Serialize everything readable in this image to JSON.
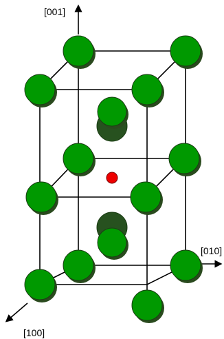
{
  "axes": {
    "z_label": "[001]",
    "y_label": "[010]",
    "x_label": "[100]"
  },
  "colors": {
    "atom_front": "#009900",
    "atom_back": "#27511f",
    "atom_shadow": "#2a4a1e",
    "center_atom": "#ee0000",
    "edges": "#000000"
  }
}
